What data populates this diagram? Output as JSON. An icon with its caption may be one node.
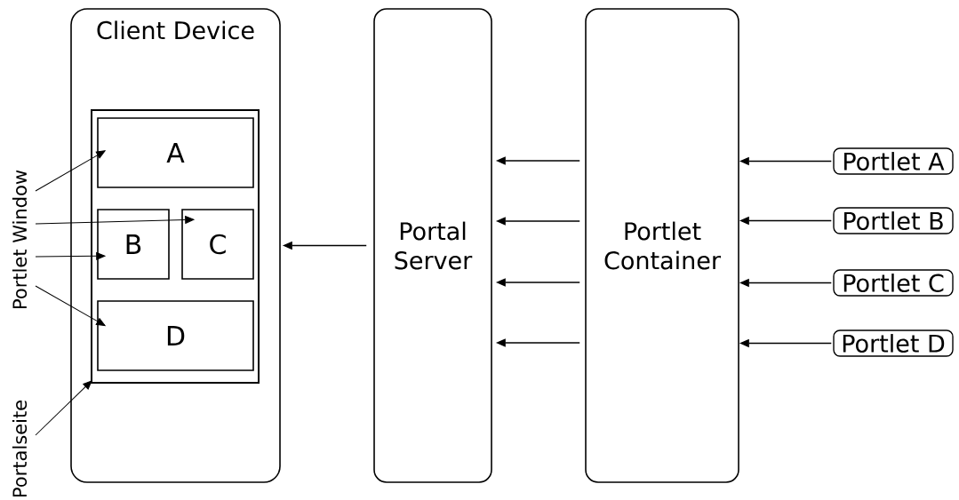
{
  "diagram": {
    "nodes": [
      {
        "text": [
          "Client Device"
        ]
      },
      {
        "text": [],
        "shape": "box",
        "in": 0
      },
      {
        "text": [
          "A"
        ],
        "in": 1
      },
      {
        "text": [
          "B"
        ],
        "in": 1
      },
      {
        "text": [
          "C"
        ],
        "in": 1
      },
      {
        "text": [
          "D"
        ],
        "in": 1
      },
      {
        "text": [
          "Portal Server"
        ]
      },
      {
        "text": [
          "Portlet Container"
        ]
      },
      {
        "text": [
          "Portlet A"
        ]
      },
      {
        "text": [
          "Portlet B"
        ]
      },
      {
        "text": [
          "Portlet C"
        ]
      },
      {
        "text": [
          "Portlet D"
        ]
      },
      {
        "text": [
          "Portlet Window"
        ]
      },
      {
        "text": [
          "Portalseite"
        ]
      }
    ],
    "edges": [
      {
        "from": 8,
        "to": 7,
        "arrow": "to"
      },
      {
        "from": 9,
        "to": 7,
        "arrow": "to"
      },
      {
        "from": 10,
        "to": 7,
        "arrow": "to"
      },
      {
        "from": 11,
        "to": 7,
        "arrow": "to"
      },
      {
        "from": 7,
        "to": 6,
        "arrow": "to"
      },
      {
        "from": 7,
        "to": 6,
        "arrow": "to"
      },
      {
        "from": 7,
        "to": 6,
        "arrow": "to"
      },
      {
        "from": 7,
        "to": 6,
        "arrow": "to"
      },
      {
        "from": 6,
        "to": 0,
        "arrow": "to"
      },
      {
        "from": 12,
        "to": 2,
        "arrow": "to"
      },
      {
        "from": 12,
        "to": 4,
        "arrow": "to"
      },
      {
        "from": 12,
        "to": 3,
        "arrow": "to"
      },
      {
        "from": 12,
        "to": 5,
        "arrow": "to"
      },
      {
        "from": 13,
        "to": 1,
        "arrow": "to"
      }
    ]
  }
}
